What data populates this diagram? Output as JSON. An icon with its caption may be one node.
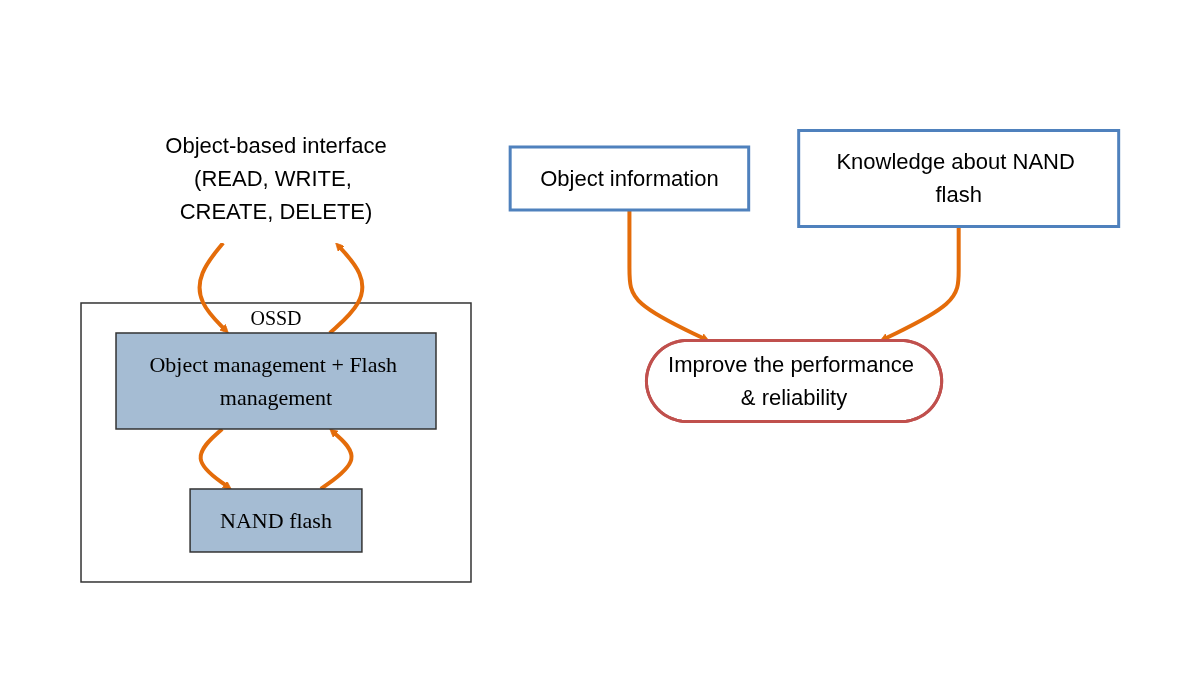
{
  "diagram": {
    "nodes": [
      {
        "text": [
          "Object information"
        ]
      },
      {
        "text": [
          "Improve the performance & reliability"
        ]
      },
      {
        "text": [
          "Knowledge about NAND flash"
        ]
      },
      {
        "text": [
          "Object-based interface",
          "(READ, WRITE, CREATE, DELETE)"
        ]
      },
      {
        "text": [
          "OSSD"
        ]
      },
      {
        "text": [
          "Object management + Flash management"
        ],
        "in": 4
      },
      {
        "text": [
          "NAND flash"
        ],
        "in": 4
      }
    ],
    "edges": [
      {
        "from": 0,
        "to": 1,
        "arrow": "to"
      },
      {
        "from": 2,
        "to": 1,
        "arrow": "to"
      },
      {
        "from": 3,
        "to": 5,
        "arrow": "to"
      },
      {
        "from": 5,
        "to": 3,
        "arrow": "to"
      },
      {
        "from": 5,
        "to": 6,
        "arrow": "to"
      },
      {
        "from": 6,
        "to": 5,
        "arrow": "to"
      }
    ]
  }
}
